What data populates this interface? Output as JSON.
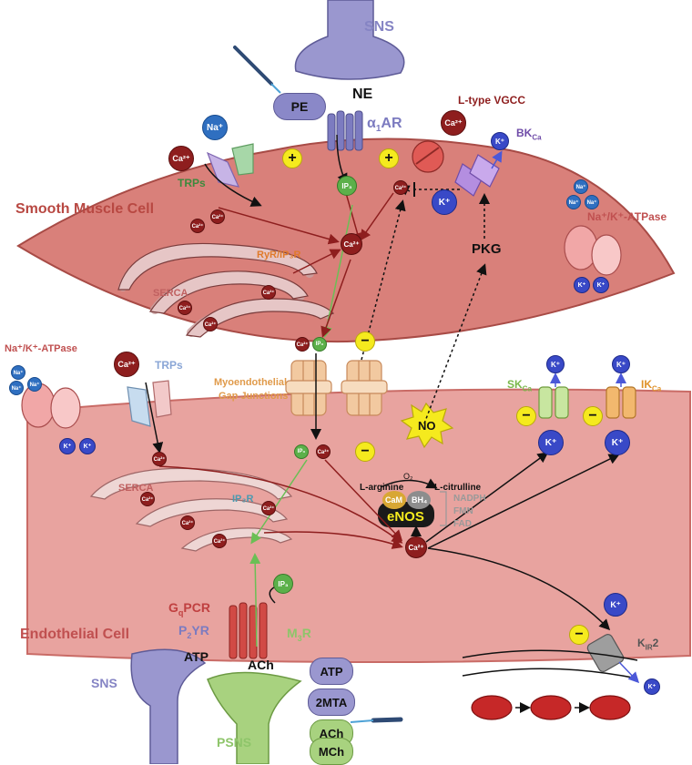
{
  "labels": {
    "sns_top": "SNS",
    "ne": "NE",
    "pe": "PE",
    "alpha1ar": "α",
    "alpha1ar_sub": "1",
    "alpha1ar_suffix": "AR",
    "ltype_vgcc": "L-type VGCC",
    "bkca": "BK",
    "bkca_sub": "Ca",
    "trps_smc": "TRPs",
    "smooth_muscle_cell": "Smooth Muscle Cell",
    "ryr_ip3r": "RyR/IP₃R",
    "serca_smc": "SERCA",
    "pkg": "PKG",
    "na_k_atpase_right": "Na⁺/K⁺-ATPase",
    "na_k_atpase_left": "Na⁺/K⁺-ATPase",
    "trps_ec": "TRPs",
    "myoendothelial_line1": "Myoendothelial",
    "myoendothelial_line2": "Gap Junctions",
    "no": "NO",
    "skca": "SK",
    "skca_sub": "Ca",
    "ikca": "IK",
    "ikca_sub": "Ca",
    "o2": "O₂",
    "l_arginine": "L-arginine",
    "l_citrulline": "L-citrulline",
    "cam": "CaM",
    "bh4": "BH₄",
    "enos": "eNOS",
    "nadph": "NADPH",
    "fmn": "FMN",
    "fad": "FAD",
    "serca_ec": "SERCA",
    "ip3r_ec": "IP₃R",
    "gqpcr": "G",
    "gqpcr_sub": "q",
    "gqpcr_suffix": "PCR",
    "p2yr": "P",
    "p2yr_sub": "2",
    "p2yr_suffix": "YR",
    "m3r": "M",
    "m3r_sub": "3",
    "m3r_suffix": "R",
    "endothelial_cell": "Endothelial Cell",
    "atp_label": "ATP",
    "sns_bottom": "SNS",
    "ach_label": "ACh",
    "psns": "PSNS",
    "kir2": "K",
    "kir2_sub": "IR",
    "kir2_suffix": "2"
  },
  "ions": {
    "ca": "Ca²⁺",
    "k": "K⁺",
    "na": "Na⁺",
    "ip3": "IP₃"
  },
  "signs": {
    "plus": "+",
    "minus": "−"
  },
  "agonists": [
    "ATP",
    "2MTA",
    "ACh",
    "MCh"
  ],
  "colors": {
    "smc_fill": "#d9807a",
    "ec_fill": "#e8a39f",
    "sns_purple": "#9a97cf",
    "psns_green": "#a8d27f",
    "calcium": "#8e1e1e",
    "potassium": "#3949c7",
    "ip3": "#5cb04a",
    "sign_yellow": "#f5ea1e"
  }
}
